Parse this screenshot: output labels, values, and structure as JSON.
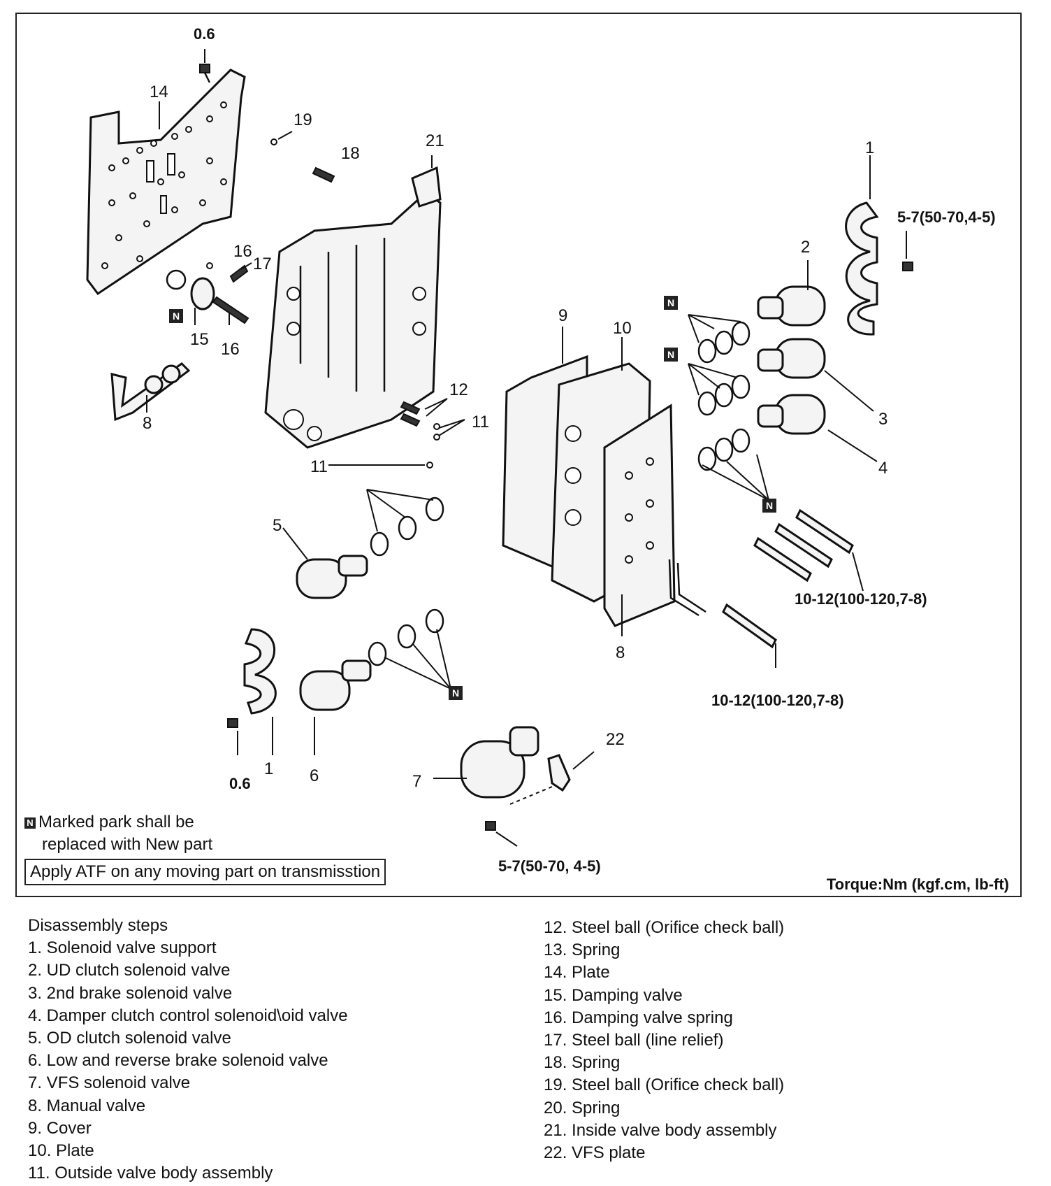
{
  "labels": {
    "torque_top_left": "0.6",
    "n14": "14",
    "n19": "19",
    "n18": "18",
    "n21": "21",
    "n1_top": "1",
    "torque_bracket_top": "5-7(50-70,4-5)",
    "n2": "2",
    "n16a": "16",
    "n17": "17",
    "n15": "15",
    "n16b": "16",
    "n8_left": "8",
    "n12": "12",
    "n11a": "11",
    "n11b": "11",
    "n9": "9",
    "n10": "10",
    "n3": "3",
    "n4": "4",
    "n5": "5",
    "n8_right": "8",
    "torque_bolts_a": "10-12(100-120,7-8)",
    "torque_bolts_b": "10-12(100-120,7-8)",
    "torque_bottom": "0.6",
    "n1_bottom": "1",
    "n6": "6",
    "n7": "7",
    "n22": "22",
    "torque_vfs": "5-7(50-70, 4-5)"
  },
  "n_mark": "N",
  "legend": {
    "new_part_line1": "Marked park shall be",
    "new_part_line2": "replaced with New part",
    "atf_note": "Apply ATF on any moving part on transmisstion",
    "torque_unit": "Torque:Nm (kgf.cm, lb-ft)"
  },
  "steps_heading": "Disassembly steps",
  "steps_left": [
    "1. Solenoid valve support",
    "2. UD clutch solenoid valve",
    "3. 2nd brake solenoid valve",
    "4. Damper clutch control solenoid\\oid valve",
    "5. OD clutch  solenoid valve",
    "6. Low and reverse brake solenoid valve",
    "7. VFS solenoid valve",
    "8. Manual valve",
    "9. Cover",
    "10. Plate",
    "11. Outside valve body assembly"
  ],
  "steps_right": [
    "12. Steel ball (Orifice check ball)",
    "13. Spring",
    "14. Plate",
    "15. Damping valve",
    "16. Damping valve spring",
    "17. Steel ball (line relief)",
    "18. Spring",
    "19. Steel ball (Orifice check ball)",
    "20. Spring",
    "21. Inside valve body assembly",
    "22. VFS plate"
  ]
}
